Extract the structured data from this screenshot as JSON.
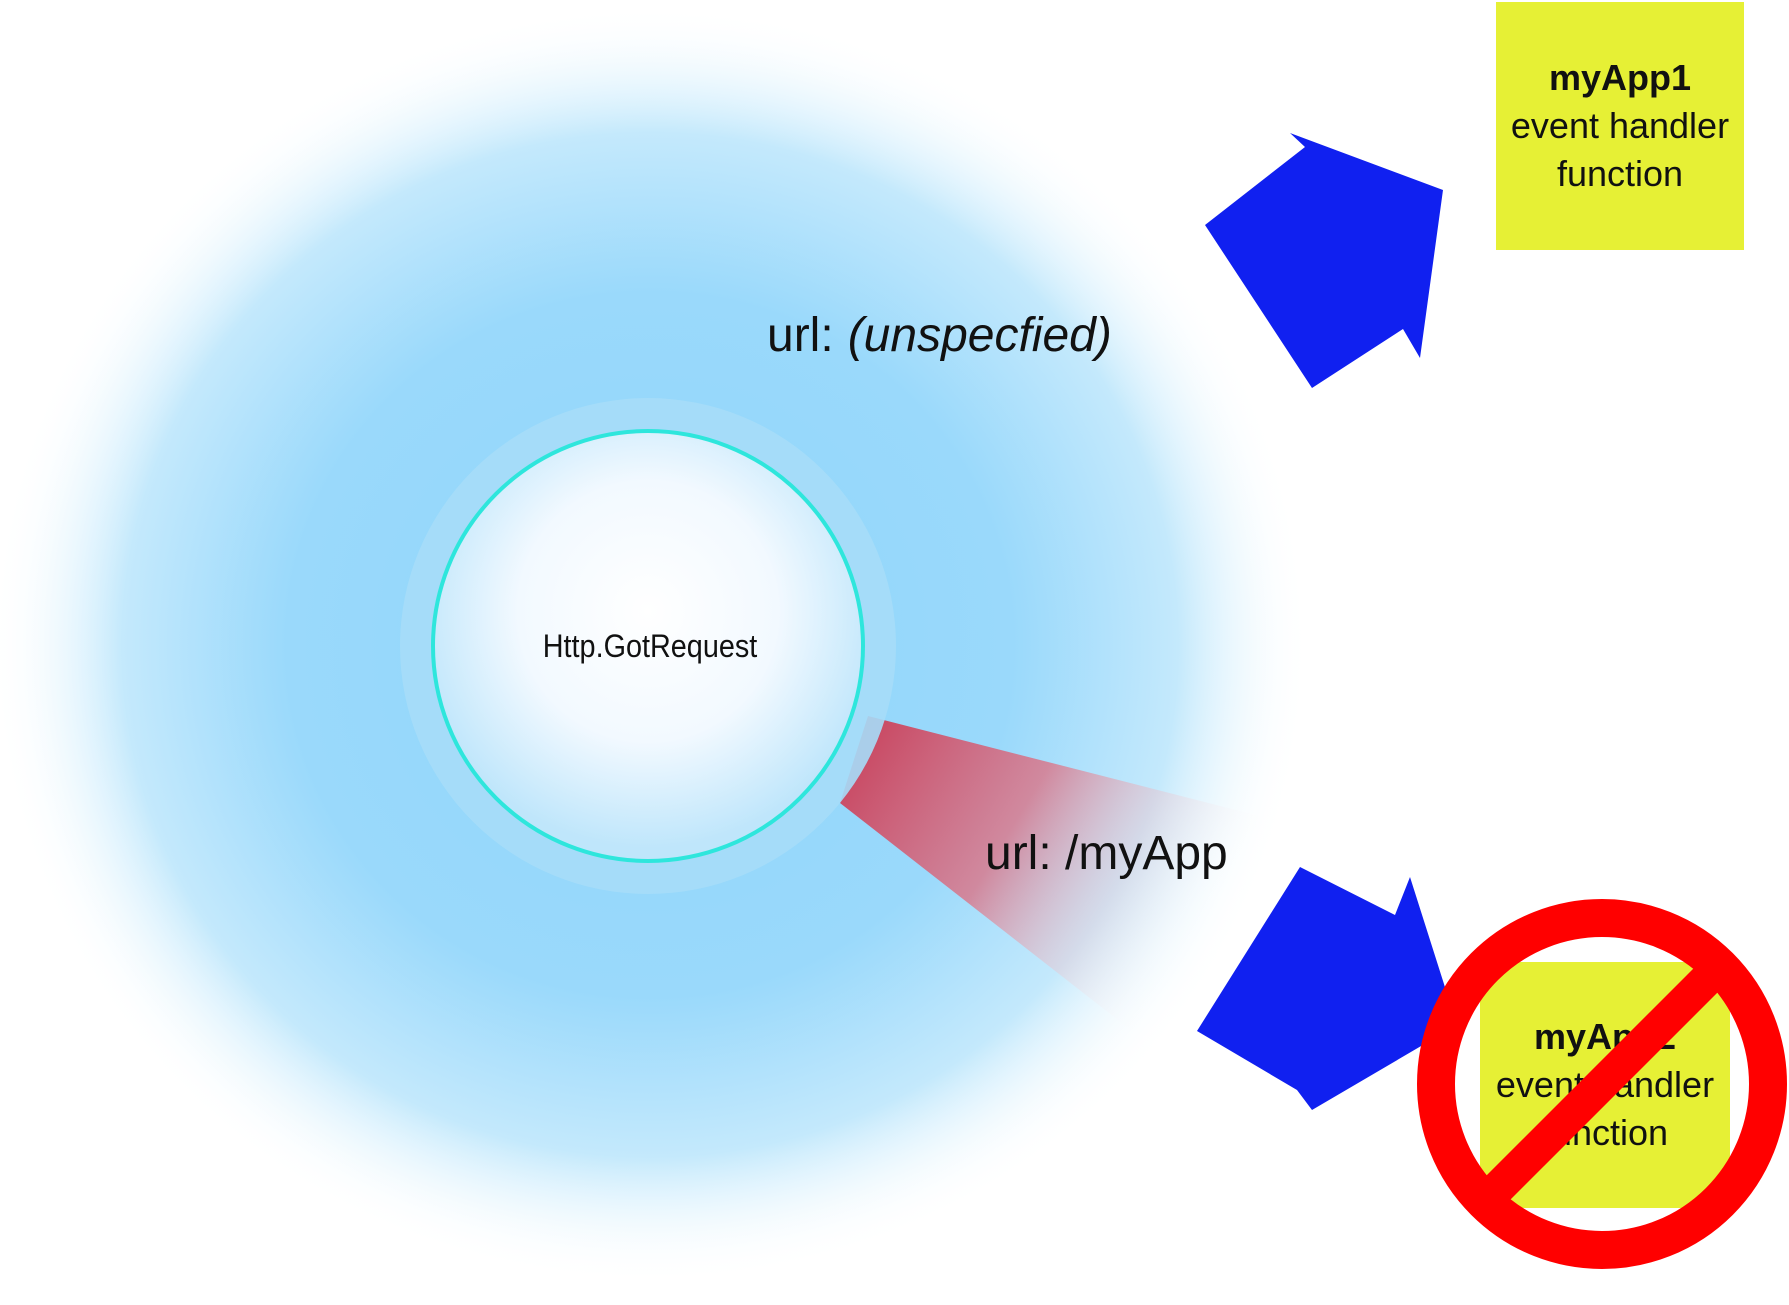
{
  "diagram": {
    "event_label": "Http.GotRequest",
    "routes": {
      "unspecified": {
        "prefix": "url:",
        "value": "(unspecfied)"
      },
      "myapp": {
        "text": "url: /myApp"
      }
    },
    "handlers": [
      {
        "name": "myApp1",
        "line1": "event handler",
        "line2": "function",
        "blocked": false
      },
      {
        "name": "myApp2",
        "line1": "event handler",
        "line2": "function",
        "blocked": true
      }
    ],
    "colors": {
      "glow": "#8fd6fb",
      "ring": "#2ee6dc",
      "arrow": "#1020f0",
      "beam": "#c94862",
      "handler_box": "#e6f035",
      "prohibition": "#ff0000"
    },
    "icons": [
      "right-arrow-icon",
      "prohibition-icon"
    ]
  }
}
